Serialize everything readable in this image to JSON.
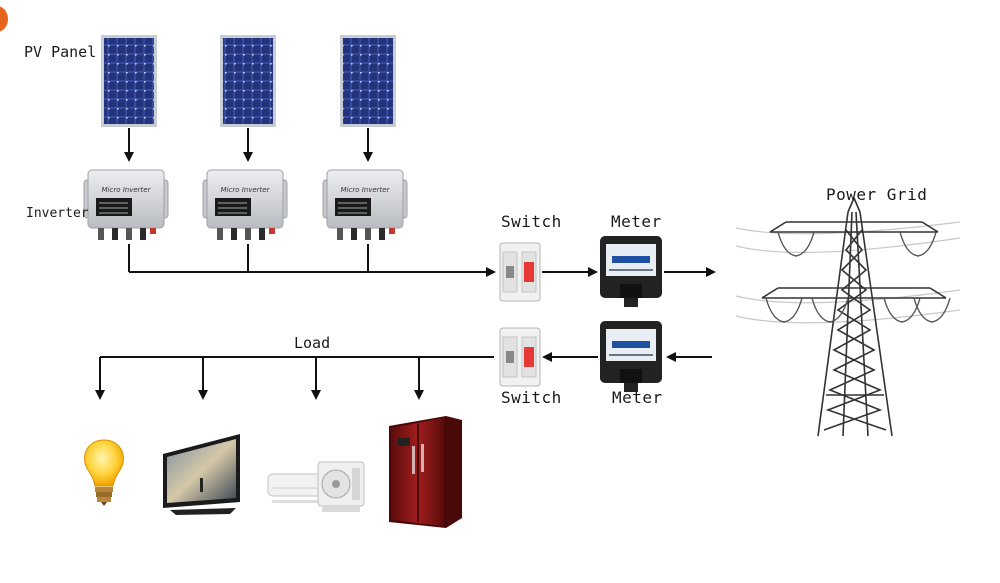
{
  "labels": {
    "pv_panel": "PV Panel",
    "inverter": "Inverter",
    "inverter_brand": "Micro Inverter",
    "switch_top": "Switch",
    "meter_top": "Meter",
    "power_grid": "Power Grid",
    "load": "Load",
    "switch_bottom": "Switch",
    "meter_bottom": "Meter"
  },
  "colors": {
    "panel_cell": "#2b3a86",
    "panel_frame": "#bfc3cc",
    "inverter_body": "#d4d6d9",
    "switch_red": "#e53935",
    "meter_body": "#222222",
    "fridge_red": "#8b1717",
    "tower": "#333333",
    "accent_corner": "#e8641c"
  },
  "icons": [
    "solar-panel-icon",
    "micro-inverter-icon",
    "circuit-breaker-icon",
    "energy-meter-icon",
    "power-tower-icon",
    "light-bulb-icon",
    "television-icon",
    "air-conditioner-icon",
    "refrigerator-icon"
  ]
}
